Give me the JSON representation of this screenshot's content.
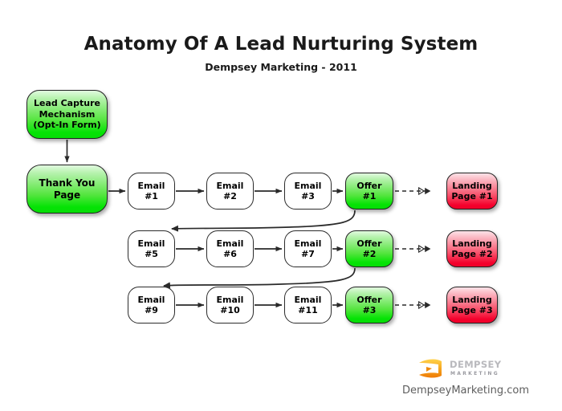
{
  "header": {
    "title": "Anatomy Of A Lead Nurturing System",
    "subtitle": "Dempsey Marketing - 2011"
  },
  "flow": {
    "entry": [
      {
        "id": "lead-capture",
        "lines": [
          "Lead Capture",
          "Mechanism",
          "(Opt-In Form)"
        ],
        "color": "#06dd06",
        "type": "green"
      },
      {
        "id": "thank-you",
        "lines": [
          "Thank You",
          "Page"
        ],
        "color": "#06dd06",
        "type": "green"
      }
    ],
    "rows": [
      {
        "emails": [
          {
            "lines": [
              "Email",
              "#1"
            ]
          },
          {
            "lines": [
              "Email",
              "#2"
            ]
          },
          {
            "lines": [
              "Email",
              "#3"
            ]
          }
        ],
        "offer": {
          "lines": [
            "Offer",
            "#1"
          ],
          "color": "#06dd06"
        },
        "landing": {
          "lines": [
            "Landing",
            "Page #1"
          ],
          "color": "#ef0029"
        }
      },
      {
        "emails": [
          {
            "lines": [
              "Email",
              "#5"
            ]
          },
          {
            "lines": [
              "Email",
              "#6"
            ]
          },
          {
            "lines": [
              "Email",
              "#7"
            ]
          }
        ],
        "offer": {
          "lines": [
            "Offer",
            "#2"
          ],
          "color": "#06dd06"
        },
        "landing": {
          "lines": [
            "Landing",
            "Page #2"
          ],
          "color": "#ef0029"
        }
      },
      {
        "emails": [
          {
            "lines": [
              "Email",
              "#9"
            ]
          },
          {
            "lines": [
              "Email",
              "#10"
            ]
          },
          {
            "lines": [
              "Email",
              "#11"
            ]
          }
        ],
        "offer": {
          "lines": [
            "Offer",
            "#3"
          ],
          "color": "#06dd06"
        },
        "landing": {
          "lines": [
            "Landing",
            "Page #3"
          ],
          "color": "#ef0029"
        }
      }
    ]
  },
  "footer": {
    "logo_name": "dempsey-marketing-logo",
    "logo_primary": "DEMPSEY",
    "logo_secondary": "MARKETING",
    "url": "DempseyMarketing.com"
  },
  "colors": {
    "background": "#ffffff",
    "text": "#1a1a1a",
    "green": "#06dd06",
    "red": "#ef0029",
    "line": "#333333",
    "footer_text": "#5e5e5e",
    "logo_orange": "#f2910b",
    "logo_yellow": "#ffd24a",
    "logo_grey": "#b9b9bd"
  }
}
